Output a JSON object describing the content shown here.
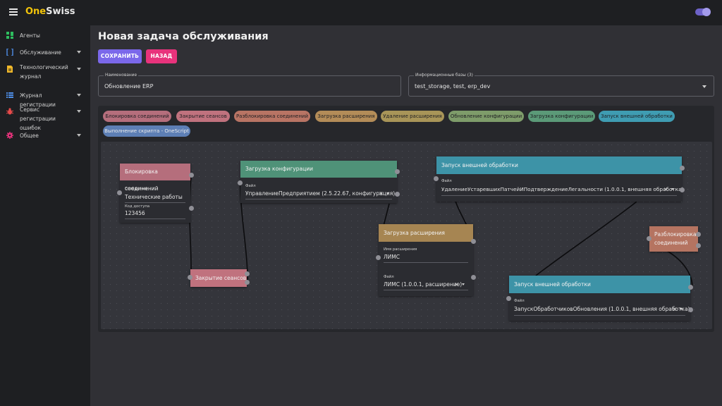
{
  "app": {
    "brand_one": "One",
    "brand_swiss": "Swiss"
  },
  "sidebar": {
    "items": [
      {
        "label": "Агенты",
        "icon": "grid-icon",
        "color": "#2ebd5f"
      },
      {
        "label": "Обслуживание",
        "icon": "brackets-icon",
        "color": "#4e8ee8"
      },
      {
        "label": "Технологический журнал",
        "icon": "document-icon",
        "color": "#f0b82a"
      },
      {
        "label": "Журнал регистрации",
        "icon": "list-icon",
        "color": "#4e8ee8"
      },
      {
        "label": "Сервис регистрации ошибок",
        "icon": "bug-icon",
        "color": "#e84a4a"
      },
      {
        "label": "Общее",
        "icon": "gear-icon",
        "color": "#e8337c"
      }
    ]
  },
  "page": {
    "title": "Новая задача обслуживания"
  },
  "actions": {
    "save_label": "СОХРАНИТЬ",
    "back_label": "НАЗАД"
  },
  "form": {
    "name_label": "Наименование",
    "name_value": "Обновление ERP",
    "bases_label": "Информационные базы (3)",
    "bases_value": "test_storage, test, erp_dev"
  },
  "palette": [
    {
      "label": "Блокировка соединений",
      "color": "#b56e7c"
    },
    {
      "label": "Закрытие сеансов",
      "color": "#c0727e"
    },
    {
      "label": "Разблокировка соединений",
      "color": "#b87464"
    },
    {
      "label": "Загрузка расширения",
      "color": "#b38c58"
    },
    {
      "label": "Удаление расширения",
      "color": "#a89558"
    },
    {
      "label": "Обновление конфигурации",
      "color": "#7e9c6a"
    },
    {
      "label": "Загрузка конфигурации",
      "color": "#5b9a78"
    },
    {
      "label": "Запуск внешней обработки",
      "color": "#3f9cb2"
    },
    {
      "label": "Выполнение скрипта - OneScript",
      "color": "#5d7fb5"
    }
  ],
  "nodes": {
    "block": {
      "title": "Блокировка соединений",
      "color": "#b56e7c",
      "message_label": "Сообщение",
      "message_value": "Технические работы",
      "code_label": "Код доступа",
      "code_value": "123456"
    },
    "close": {
      "title": "Закрытие сеансов",
      "color": "#c0727e"
    },
    "loadconf": {
      "title": "Загрузка конфигурации",
      "color": "#4f9278",
      "file_label": "Файл",
      "file_value": "УправлениеПредприятием (2.5.22.67, конфигурация)"
    },
    "ext1": {
      "title": "Запуск внешней обработки",
      "color": "#3d93a7",
      "file_label": "Файл",
      "file_value": "УдалениеУстаревшихПатчейИПодтверждениеЛегальности (1.0.0.1, внешняя обработка)"
    },
    "loadext": {
      "title": "Загрузка расширения",
      "color": "#a68552",
      "name_label": "Имя расширения",
      "name_value": "ЛИМС",
      "file_label": "Файл",
      "file_value": "ЛИМС (1.0.0.1, расширение)"
    },
    "unblock": {
      "title": "Разблокировка соединений",
      "color": "#b57461"
    },
    "ext2": {
      "title": "Запуск внешней обработки",
      "color": "#3d93a7",
      "file_label": "Файл",
      "file_value": "ЗапускОбработчиковОбновления (1.0.0.1, внешняя обработка)"
    }
  },
  "colors": {
    "accent": "#7b68ea",
    "danger": "#e8337c",
    "brand": "#f2c40a",
    "sidebar_bg": "#1e1f22",
    "page_bg": "#303035",
    "edge": "#0c0c0e"
  }
}
